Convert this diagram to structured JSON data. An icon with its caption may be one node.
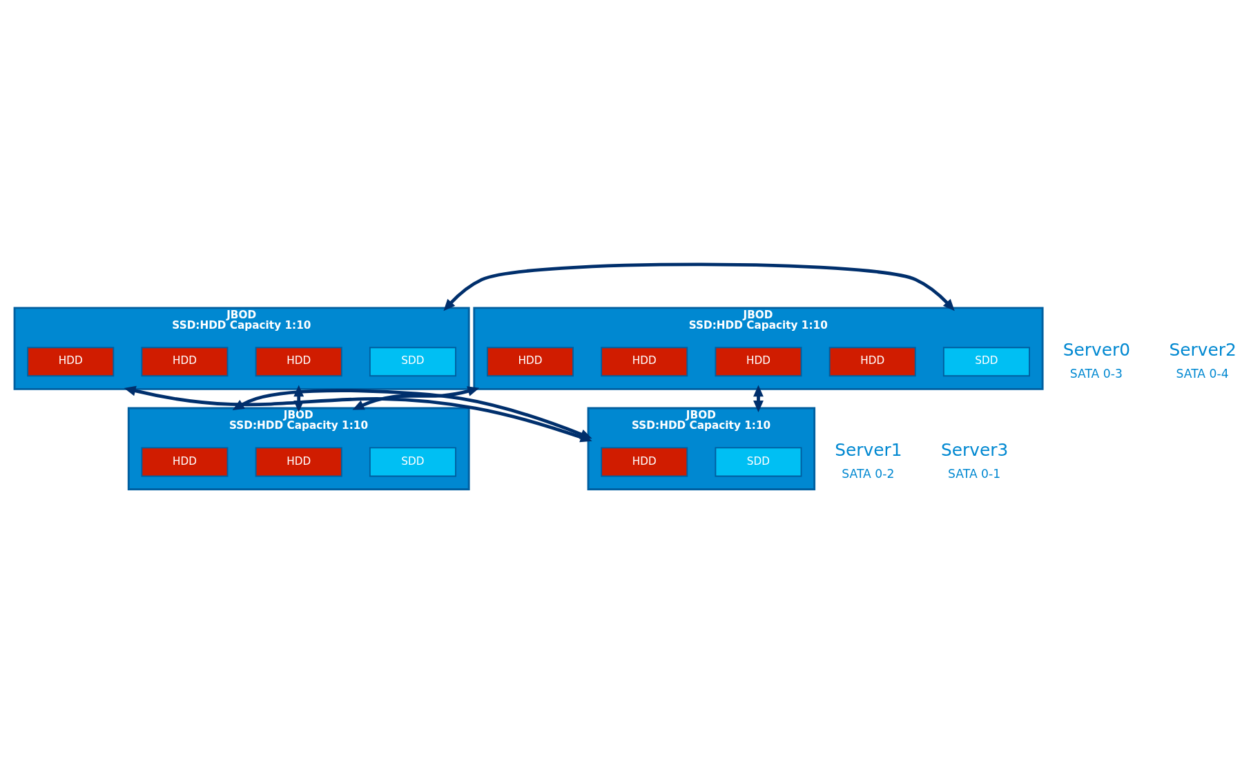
{
  "diagram": {
    "nodes": [
      {
        "text": [
          "JBOD",
          "SSD:HDD Capacity 1:10"
        ],
        "beside": [
          "Server0",
          "SATA 0-3"
        ]
      },
      {
        "text": [
          "SDD"
        ],
        "in": 0
      },
      {
        "text": [
          "HDD"
        ],
        "in": 0
      },
      {
        "text": [
          "HDD"
        ],
        "in": 0
      },
      {
        "text": [
          "HDD"
        ],
        "in": 0
      },
      {
        "text": [
          "JBOD",
          "SSD:HDD Capacity 1:10"
        ],
        "beside": [
          "Server2",
          "SATA 0-4"
        ]
      },
      {
        "text": [
          "SDD"
        ],
        "in": 5
      },
      {
        "text": [
          "HDD"
        ],
        "in": 5
      },
      {
        "text": [
          "HDD"
        ],
        "in": 5
      },
      {
        "text": [
          "HDD"
        ],
        "in": 5
      },
      {
        "text": [
          "HDD"
        ],
        "in": 5
      },
      {
        "text": [
          "JBOD",
          "SSD:HDD Capacity 1:10"
        ],
        "beside": [
          "Server1",
          "SATA 0-2"
        ]
      },
      {
        "text": [
          "SDD"
        ],
        "in": 11
      },
      {
        "text": [
          "HDD"
        ],
        "in": 11
      },
      {
        "text": [
          "HDD"
        ],
        "in": 11
      },
      {
        "text": [
          "JBOD",
          "SSD:HDD Capacity 1:10"
        ],
        "beside": [
          "Server3",
          "SATA 0-1"
        ]
      },
      {
        "text": [
          "SDD"
        ],
        "in": 15
      },
      {
        "text": [
          "HDD"
        ],
        "in": 15
      }
    ],
    "edges": [
      {
        "from": 0,
        "to": 5,
        "arrow": "both"
      },
      {
        "from": 0,
        "to": 11,
        "arrow": "both"
      },
      {
        "from": 5,
        "to": 15,
        "arrow": "both"
      },
      {
        "from": 0,
        "to": 15,
        "arrow": "both"
      },
      {
        "from": 5,
        "to": 11,
        "arrow": "both"
      },
      {
        "from": 11,
        "to": 15,
        "arrow": "both"
      }
    ]
  }
}
